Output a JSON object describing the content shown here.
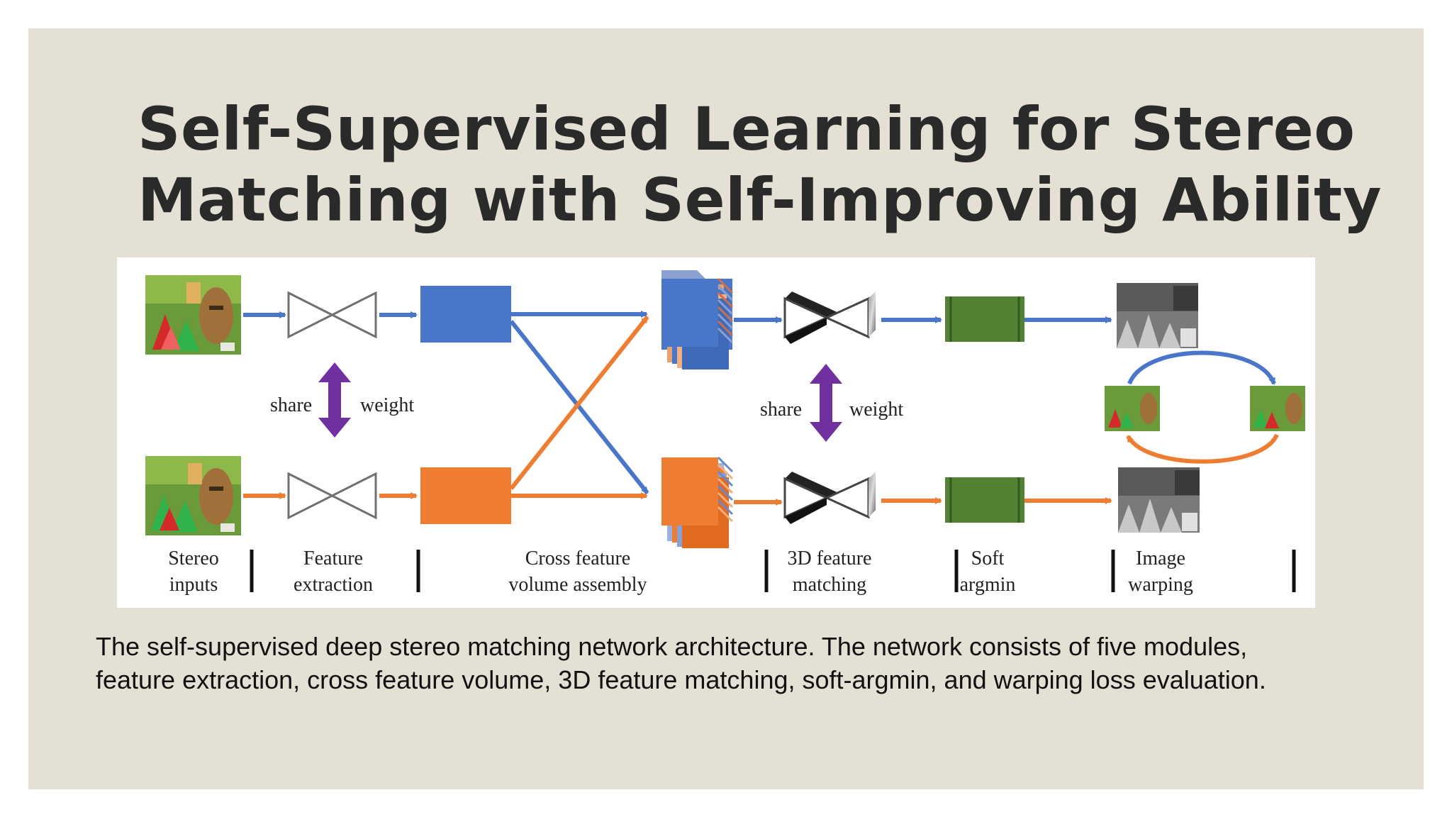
{
  "slide": {
    "title_lines": [
      "Self-Supervised Learning for Stereo",
      "Matching with Self-Improving Ability"
    ],
    "caption_lines": [
      "The self-supervised deep stereo matching network architecture. The network consists of five modules,",
      "feature extraction, cross feature volume, 3D feature matching, soft-argmin, and warping loss evaluation."
    ]
  },
  "diagram": {
    "share_labels": [
      {
        "left": "share",
        "right": "weight"
      },
      {
        "left": "share",
        "right": "weight"
      }
    ],
    "stages": [
      {
        "line1": "Stereo",
        "line2": "inputs"
      },
      {
        "line1": "Feature",
        "line2": "extraction"
      },
      {
        "line1": "Cross feature",
        "line2": "volume assembly"
      },
      {
        "line1": "3D feature",
        "line2": "matching"
      },
      {
        "line1": "Soft",
        "line2": "argmin"
      },
      {
        "line1": "Image",
        "line2": "warping"
      }
    ],
    "colors": {
      "blue": "#4a76c9",
      "orange": "#ee7d31",
      "green": "#548235",
      "purple": "#7030a0",
      "slide_bg": "#e4e0d4"
    },
    "icons": [
      "stereo-image-icon",
      "disparity-map-icon",
      "hourglass-icon",
      "volume-stack-icon"
    ]
  }
}
